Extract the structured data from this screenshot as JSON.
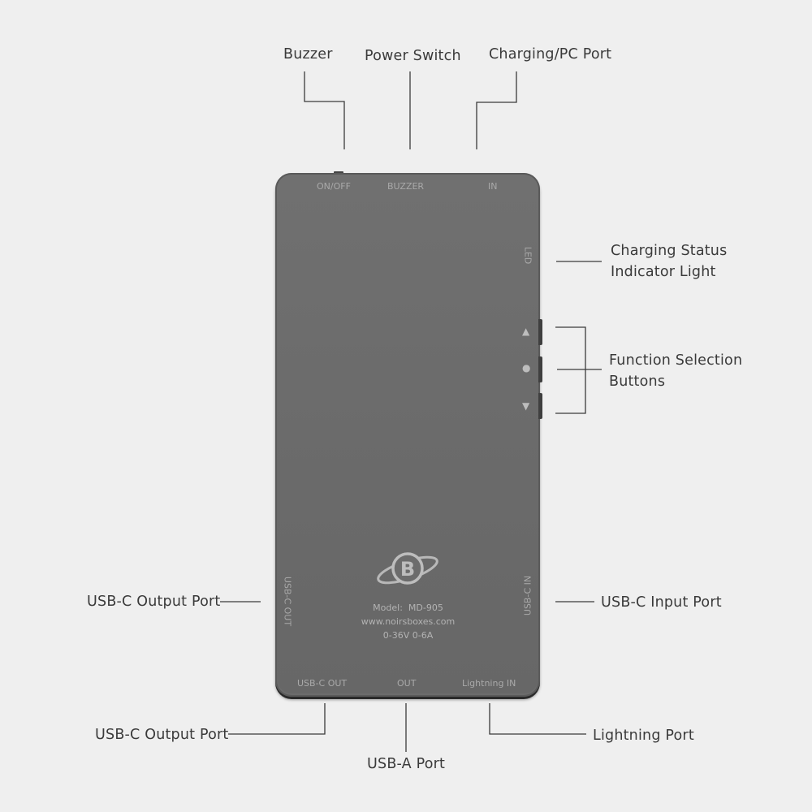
{
  "callouts": {
    "buzzer": "Buzzer",
    "power_switch": "Power Switch",
    "charging_pc_port": "Charging/PC Port",
    "charging_status_line1": "Charging Status",
    "charging_status_line2": "Indicator Light",
    "function_selection_line1": "Function Selection",
    "function_selection_line2": "Buttons",
    "usbc_output_left": "USB-C Output Port",
    "usbc_input_right": "USB-C Input Port",
    "usbc_output_bottom": "USB-C Output Port",
    "usba_port": "USB-A Port",
    "lightning_port": "Lightning Port"
  },
  "device": {
    "top_labels": {
      "on_off": "ON/OFF",
      "buzzer": "BUZZER",
      "in": "IN"
    },
    "led_label": "LED",
    "side_glyphs": {
      "up": "▲",
      "ok": "●",
      "down": "▼"
    },
    "left_side_label": "USB-C OUT",
    "right_side_label": "USB-C IN",
    "bottom_labels": {
      "usbc_out": "USB-C OUT",
      "out": "OUT",
      "lightning_in": "Lightning IN"
    },
    "model": "Model:  MD-905",
    "website": "www.noirsboxes.com",
    "rating": "0-36V 0-6A",
    "logo_letter": "B"
  },
  "colors": {
    "background": "#efefef",
    "device_body": "#6c6c6c",
    "leader_line": "#3a3a3a",
    "device_text": "#a9a9a9"
  }
}
